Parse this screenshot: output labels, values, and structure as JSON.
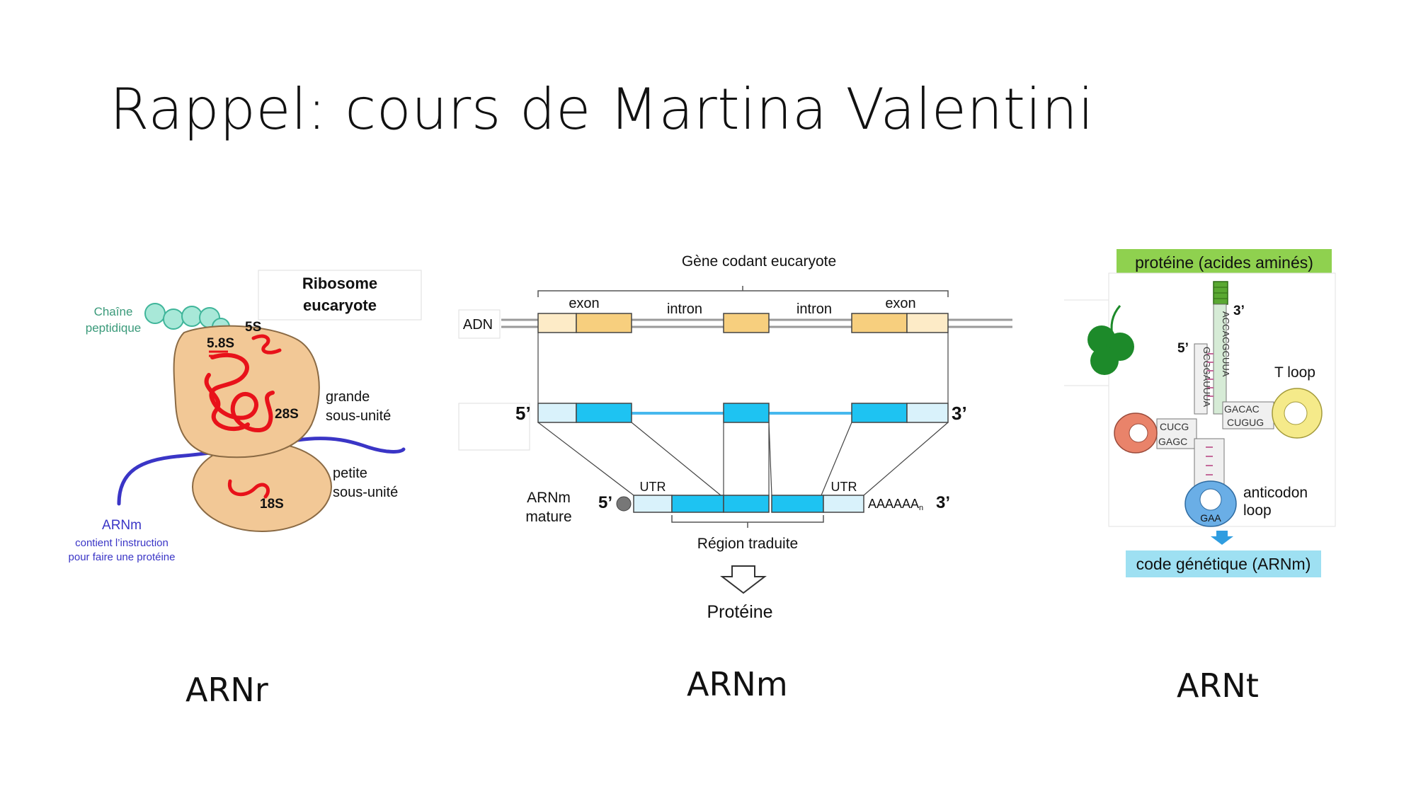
{
  "slide": {
    "title": "Rappel: cours de Martina Valentini"
  },
  "ribosome": {
    "heading_line1": "Ribosome",
    "heading_line2": "eucaryote",
    "peptide_line1": "Chaîne",
    "peptide_line2": "peptidique",
    "label_5s": "5S",
    "label_58s": "5.8S",
    "label_28s": "28S",
    "label_18s": "18S",
    "large_line1": "grande",
    "large_line2": "sous-unité",
    "small_line1": "petite",
    "small_line2": "sous-unité",
    "mrna_label": "ARNm",
    "mrna_desc_line1": "contient l’instruction",
    "mrna_desc_line2": "pour faire une protéine",
    "caption": "ARNr",
    "colors": {
      "subunit": "#f2c896",
      "rrna": "#e8121a",
      "mrna": "#3a35c6",
      "peptide": "#a8e8d8",
      "peptide_text": "#3a9a7a"
    }
  },
  "mrna_diagram": {
    "gene_label": "Gène codant eucaryote",
    "dna_label": "ADN",
    "exon_left": "exon",
    "intron_1": "intron",
    "intron_2": "intron",
    "exon_right": "exon",
    "five_prime": "5’",
    "three_prime": "3’",
    "mature_line1": "ARNm",
    "mature_line2": "mature",
    "mature_five_prime": "5’",
    "utr_left": "UTR",
    "utr_right": "UTR",
    "poly_a": "AAAAAA",
    "poly_a_sub": "n",
    "mature_three_prime": "3’",
    "translated_region": "Région traduite",
    "protein": "Protéine",
    "caption": "ARNm",
    "colors": {
      "exon": "#f7cf7e",
      "utr_dna": "#fdebc7",
      "exon_rna": "#1ec3f2",
      "utr_rna": "#d9f2fb"
    }
  },
  "trna": {
    "protein_box": "protéine (acides aminés)",
    "genetic_code_box": "code génétique (ARNm)",
    "three_prime": "3’",
    "five_prime": "5’",
    "t_loop": "T loop",
    "anticodon_line1": "anticodon",
    "anticodon_line2": "loop",
    "acceptor_right": "ACCACGCUUA",
    "acceptor_left": "GCGGAUUUA",
    "d_arm": "CUCG",
    "d_arm_lower": "GAGC",
    "t_arm_upper": "GACAC",
    "t_arm_lower": "CUGUG",
    "anticodon": "GAA",
    "caption": "ARNt",
    "colors": {
      "protein_box": "#8fd14f",
      "code_box": "#9ee0f2",
      "d_loop": "#e9836a",
      "t_loop": "#f5ea8a",
      "anticodon_loop": "#6aaee6",
      "clover": "#1d8a2a"
    }
  }
}
